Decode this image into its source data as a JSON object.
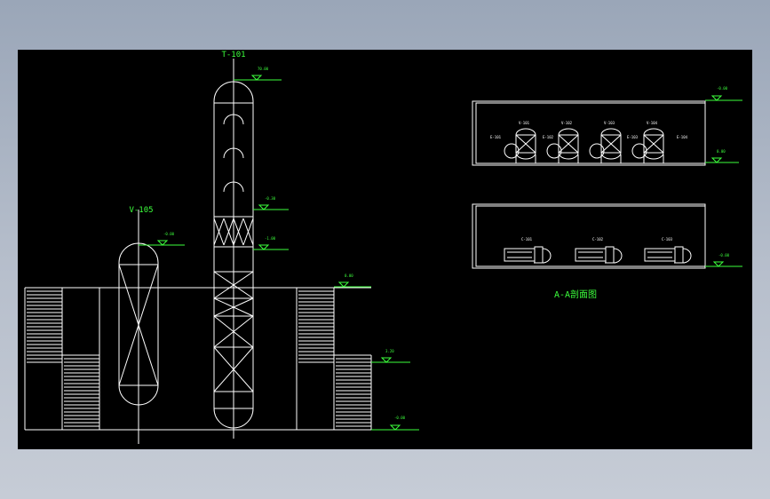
{
  "drawing": {
    "tower_label": "T-101",
    "vessel_label": "V-105",
    "section_title": "A-A剖面图",
    "elevations": {
      "tower_top": "70.00",
      "tower_mid1": "-0.30",
      "tower_mid2": "-1.00",
      "vessel_top": "-0.00",
      "platform_a": "0.00",
      "platform_b": "3.20",
      "ground": "-0.00",
      "sec1_top": "-0.00",
      "sec1_floor": "0.00",
      "sec2_floor": "-0.00"
    },
    "section1": {
      "vessels": [
        "V-101",
        "V-102",
        "V-103",
        "V-104"
      ],
      "exchangers": [
        "E-101",
        "E-102",
        "E-103",
        "E-104"
      ]
    },
    "section2": {
      "compressors": [
        "C-101",
        "C-102",
        "C-103"
      ]
    }
  }
}
